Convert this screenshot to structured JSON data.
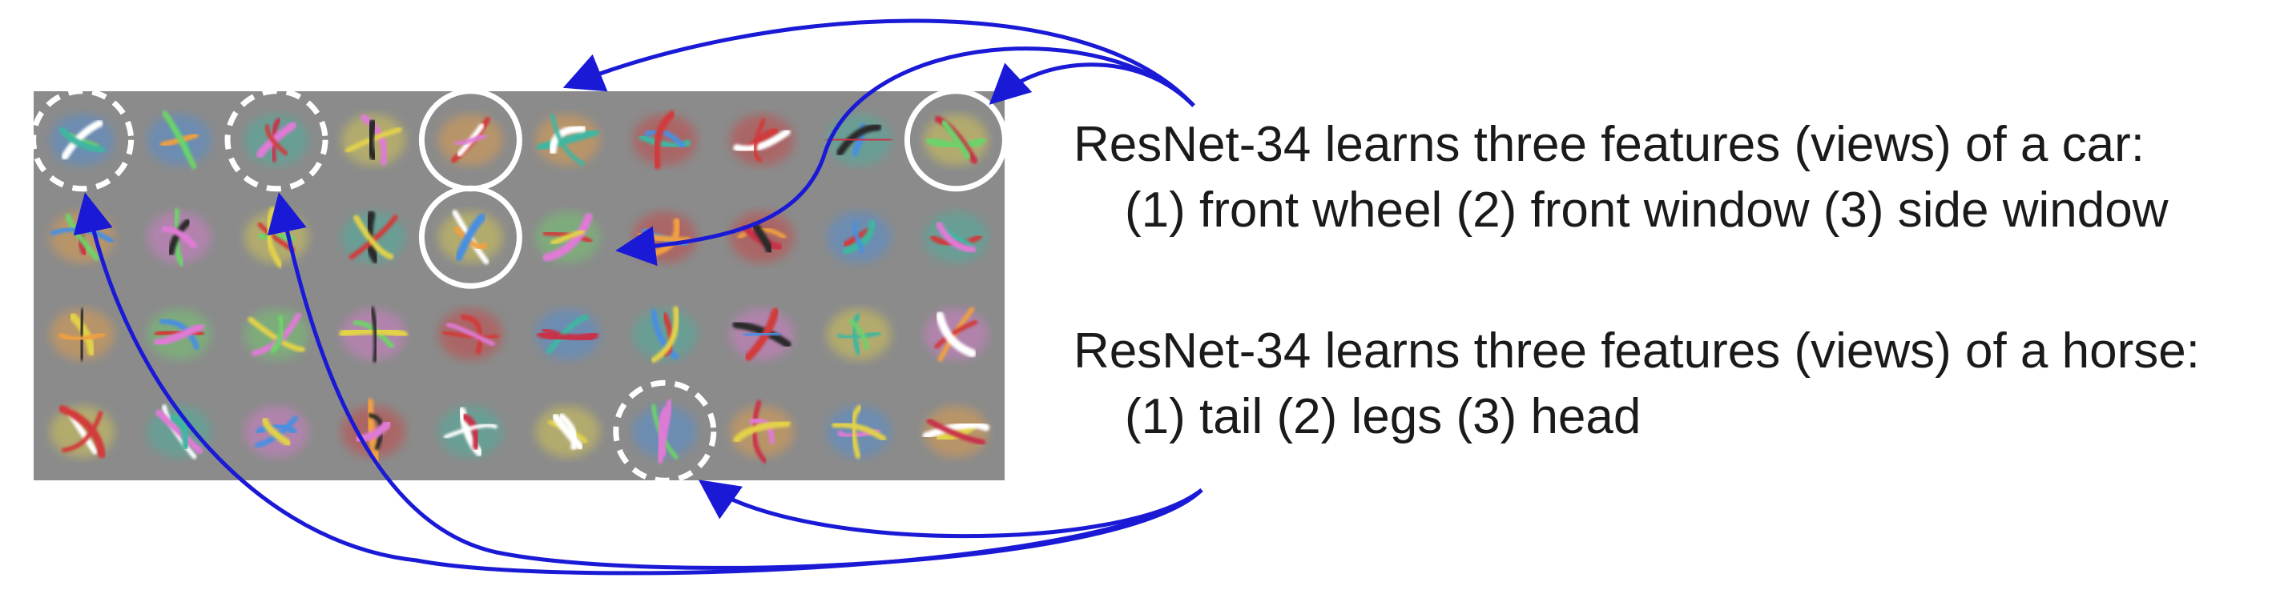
{
  "captions": {
    "car_title": "ResNet-34 learns three features (views) of a car:",
    "car_items": "(1) front wheel  (2) front window (3) side window",
    "horse_title": "ResNet-34 learns three features (views) of a horse:",
    "horse_items": "(1) tail  (2) legs  (3) head"
  },
  "grid": {
    "rows": 4,
    "cols": 10,
    "background_color": "#8b8b8b"
  },
  "colors": {
    "arrow": "#1a1ad6",
    "circle_outline": "#ffffff"
  },
  "highlights": {
    "car_features": [
      {
        "row": 0,
        "col": 4,
        "style": "solid"
      },
      {
        "row": 1,
        "col": 4,
        "style": "solid"
      },
      {
        "row": 0,
        "col": 9,
        "style": "solid"
      }
    ],
    "horse_features": [
      {
        "row": 0,
        "col": 0,
        "style": "dashed"
      },
      {
        "row": 0,
        "col": 2,
        "style": "dashed"
      },
      {
        "row": 3,
        "col": 6,
        "style": "dashed"
      }
    ]
  }
}
